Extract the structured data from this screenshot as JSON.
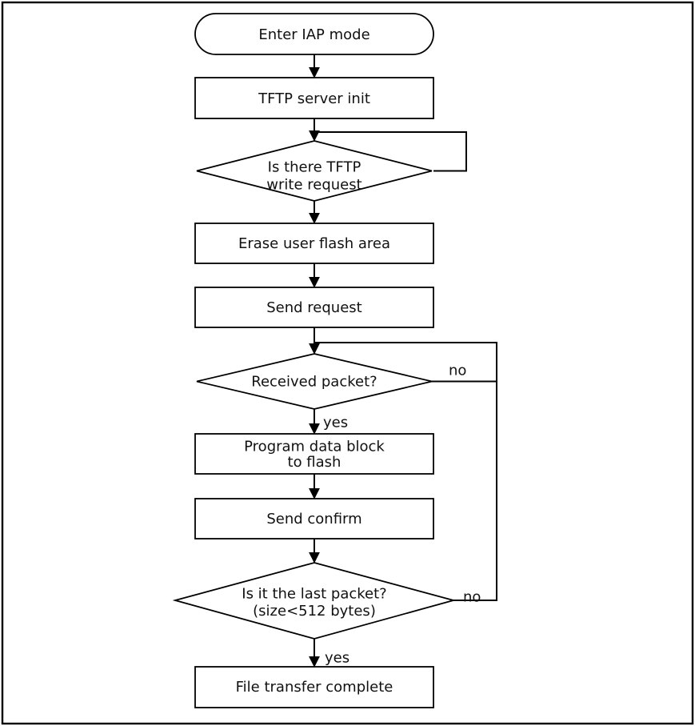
{
  "diagram": {
    "background": "#ffffff",
    "line_color": "#000000",
    "text_color": "#111111"
  },
  "nodes": {
    "start": {
      "type": "terminator",
      "label": "Enter IAP mode"
    },
    "tftp_server_init": {
      "type": "process",
      "label": "TFTP server init"
    },
    "tftp_write_request": {
      "type": "decision",
      "line1": "Is there TFTP",
      "line2": "write request"
    },
    "erase_flash": {
      "type": "process",
      "label": "Erase user flash area"
    },
    "send_request": {
      "type": "process",
      "label": "Send request"
    },
    "received_packet": {
      "type": "decision",
      "label": "Received packet?"
    },
    "program_flash": {
      "type": "process",
      "line1": "Program data block",
      "line2": "to flash"
    },
    "send_confirm": {
      "type": "process",
      "label": "Send confirm"
    },
    "last_packet": {
      "type": "decision",
      "line1": "Is it the last packet?",
      "line2": "(size<512 bytes)"
    },
    "transfer_complete": {
      "type": "process",
      "label": "File transfer complete"
    }
  },
  "edge_labels": {
    "received_packet_yes": "yes",
    "received_packet_no": "no",
    "last_packet_yes": "yes",
    "last_packet_no": "no"
  }
}
